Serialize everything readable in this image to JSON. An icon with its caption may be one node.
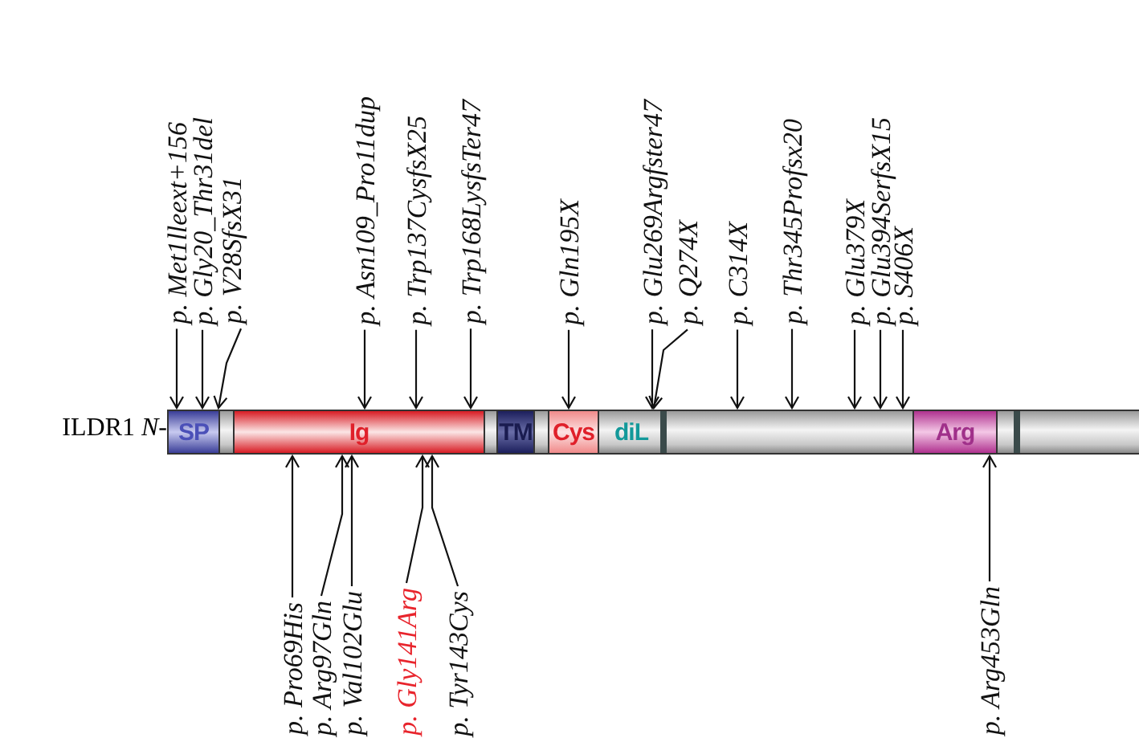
{
  "diagram": {
    "nodes": [
      {
        "text": [],
        "shape": "bar",
        "beside": [
          "ILDR1 *N*-"
        ]
      },
      {
        "text": [
          "SP"
        ],
        "in": 0
      },
      {
        "text": [
          "Ig"
        ],
        "in": 0
      },
      {
        "text": [
          "TM"
        ],
        "in": 0
      },
      {
        "text": [
          "Cys"
        ],
        "in": 0
      },
      {
        "text": [
          "diL"
        ],
        "in": 0
      },
      {
        "text": [
          "Arg"
        ],
        "in": 0
      },
      {
        "text": [
          "p. Met1lleext+156"
        ]
      },
      {
        "text": [
          "p. Gly20_Thr31del"
        ]
      },
      {
        "text": [
          "p. V28SfsX31"
        ]
      },
      {
        "text": [
          "p. Asn109_Pro11dup"
        ]
      },
      {
        "text": [
          "p. Trp137CysfsX25"
        ]
      },
      {
        "text": [
          "p. Trp168LysfsTer47"
        ]
      },
      {
        "text": [
          "p. Gln195X"
        ]
      },
      {
        "text": [
          "p. Glu269Argfster47"
        ]
      },
      {
        "text": [
          "p. Q274X"
        ]
      },
      {
        "text": [
          "p. C314X"
        ]
      },
      {
        "text": [
          "p. Thr345Profsx20"
        ]
      },
      {
        "text": [
          "p. Glu379X"
        ]
      },
      {
        "text": [
          "p. Glu394SerfsX15"
        ]
      },
      {
        "text": [
          "p. S406X"
        ]
      },
      {
        "text": [
          "p. Pro69His"
        ]
      },
      {
        "text": [
          "p. Arg97Gln"
        ]
      },
      {
        "text": [
          "p. Val102Glu"
        ]
      },
      {
        "text": [
          "p. Gly141Arg"
        ]
      },
      {
        "text": [
          "p. Tyr143Cys"
        ]
      },
      {
        "text": [
          "p. Arg453Gln"
        ]
      }
    ],
    "edges": [
      {
        "from": 7,
        "to": 1,
        "arrow": "to"
      },
      {
        "from": 8,
        "to": 1,
        "arrow": "to"
      },
      {
        "from": 9,
        "to": 0,
        "arrow": "to"
      },
      {
        "from": 10,
        "to": 2,
        "arrow": "to"
      },
      {
        "from": 11,
        "to": 2,
        "arrow": "to"
      },
      {
        "from": 12,
        "to": 2,
        "arrow": "to"
      },
      {
        "from": 13,
        "to": 4,
        "arrow": "to"
      },
      {
        "from": 14,
        "to": 5,
        "arrow": "to"
      },
      {
        "from": 15,
        "to": 5,
        "arrow": "to"
      },
      {
        "from": 16,
        "to": 0,
        "arrow": "to"
      },
      {
        "from": 17,
        "to": 0,
        "arrow": "to"
      },
      {
        "from": 18,
        "to": 0,
        "arrow": "to"
      },
      {
        "from": 19,
        "to": 0,
        "arrow": "to"
      },
      {
        "from": 20,
        "to": 0,
        "arrow": "to"
      },
      {
        "from": 21,
        "to": 2,
        "arrow": "to"
      },
      {
        "from": 22,
        "to": 2,
        "arrow": "to"
      },
      {
        "from": 23,
        "to": 2,
        "arrow": "to"
      },
      {
        "from": 24,
        "to": 2,
        "arrow": "to"
      },
      {
        "from": 25,
        "to": 2,
        "arrow": "to"
      },
      {
        "from": 26,
        "to": 6,
        "arrow": "to"
      }
    ]
  }
}
